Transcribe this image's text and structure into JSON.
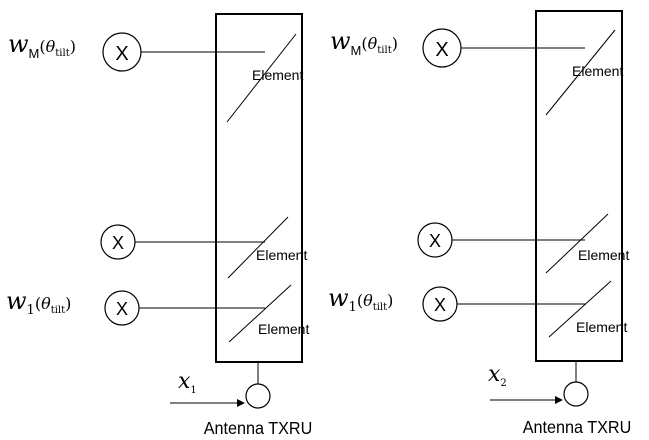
{
  "panels": [
    {
      "elements": [
        {
          "label": "Element"
        },
        {
          "label": "Element"
        },
        {
          "label": "Element"
        }
      ],
      "multipliers": [
        {
          "symbol": "X",
          "weight": {
            "var": "w",
            "sub": "M",
            "arg_var": "θ",
            "arg_sub": "tilt"
          }
        },
        {
          "symbol": "X",
          "weight": null
        },
        {
          "symbol": "X",
          "weight": {
            "var": "w",
            "sub": "1",
            "arg_var": "θ",
            "arg_sub": "tilt"
          }
        }
      ],
      "input": {
        "var": "x",
        "sub": "1"
      },
      "txru_label": "Antenna TXRU"
    },
    {
      "elements": [
        {
          "label": "Element"
        },
        {
          "label": "Element"
        },
        {
          "label": "Element"
        }
      ],
      "multipliers": [
        {
          "symbol": "X",
          "weight": {
            "var": "w",
            "sub": "M",
            "arg_var": "θ",
            "arg_sub": "tilt"
          }
        },
        {
          "symbol": "X",
          "weight": null
        },
        {
          "symbol": "X",
          "weight": {
            "var": "w",
            "sub": "1",
            "arg_var": "θ",
            "arg_sub": "tilt"
          }
        }
      ],
      "input": {
        "var": "x",
        "sub": "2"
      },
      "txru_label": "Antenna TXRU"
    }
  ]
}
